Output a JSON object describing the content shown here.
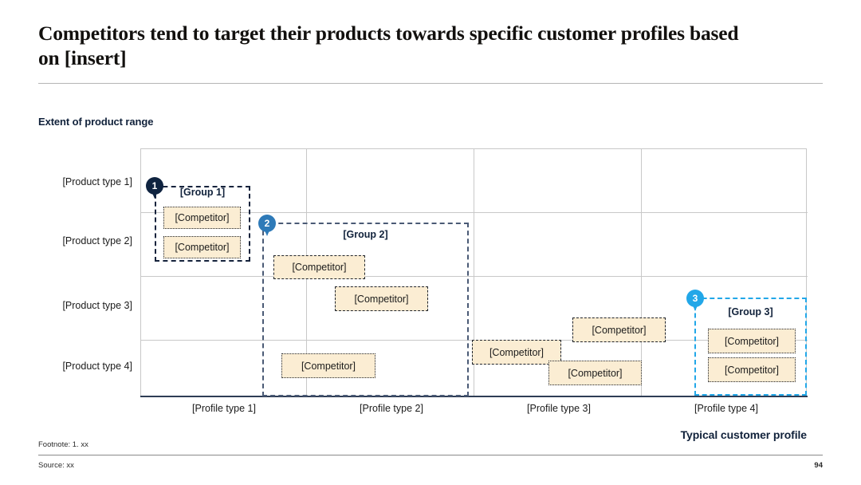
{
  "header": {
    "title": "Competitors tend to target their products towards specific customer profiles based on [insert]"
  },
  "axes": {
    "y_title": "Extent of product range",
    "x_title": "Typical customer profile",
    "y_ticks": [
      "[Product type 1]",
      "[Product type 2]",
      "[Product type 3]",
      "[Product type 4]"
    ],
    "x_ticks": [
      "[Profile type 1]",
      "[Profile type 2]",
      "[Profile type 3]",
      "[Profile type 4]"
    ]
  },
  "markers": [
    {
      "label": "1",
      "color": "#0f2340"
    },
    {
      "label": "2",
      "color": "#2e7ab8"
    },
    {
      "label": "3",
      "color": "#22a7e8"
    }
  ],
  "groups": [
    {
      "label": "[Group 1]",
      "color": "#16233c"
    },
    {
      "label": "[Group 2]",
      "color": "#4a5a75"
    },
    {
      "label": "[Group 3]",
      "color": "#22a7e8"
    }
  ],
  "competitors": [
    {
      "label": "[Competitor]"
    },
    {
      "label": "[Competitor]"
    },
    {
      "label": "[Competitor]"
    },
    {
      "label": "[Competitor]"
    },
    {
      "label": "[Competitor]"
    },
    {
      "label": "[Competitor]"
    },
    {
      "label": "[Competitor]"
    },
    {
      "label": "[Competitor]"
    },
    {
      "label": "[Competitor]"
    }
  ],
  "footer": {
    "footnote": "Footnote: 1. xx",
    "source": "Source: xx",
    "page_number": "94"
  },
  "chart_data": {
    "type": "scatter",
    "title": "Competitors tend to target their products towards specific customer profiles based on [insert]",
    "xlabel": "Typical customer profile",
    "ylabel": "Extent of product range",
    "x_categories": [
      "[Profile type 1]",
      "[Profile type 2]",
      "[Profile type 3]",
      "[Profile type 4]"
    ],
    "y_categories": [
      "[Product type 1]",
      "[Product type 2]",
      "[Product type 3]",
      "[Product type 4]"
    ],
    "grid": true,
    "legend": "none",
    "groups": [
      {
        "name": "[Group 1]",
        "marker": "1",
        "color": "#16233c",
        "x_range": [
          "[Profile type 1]",
          "[Profile type 1]"
        ],
        "y_range": [
          "[Product type 1]",
          "[Product type 2]"
        ],
        "members": [
          {
            "label": "[Competitor]",
            "x": "[Profile type 1]",
            "y": "[Product type 1]"
          },
          {
            "label": "[Competitor]",
            "x": "[Profile type 1]",
            "y": "[Product type 2]"
          }
        ]
      },
      {
        "name": "[Group 2]",
        "marker": "2",
        "color": "#4a5a75",
        "x_range": [
          "[Profile type 1]",
          "[Profile type 3]"
        ],
        "y_range": [
          "[Product type 2]",
          "[Product type 4]"
        ],
        "members": [
          {
            "label": "[Competitor]",
            "x": "[Profile type 1]",
            "y": "[Product type 2]"
          },
          {
            "label": "[Competitor]",
            "x": "[Profile type 2]",
            "y": "[Product type 3]"
          },
          {
            "label": "[Competitor]",
            "x": "[Profile type 2]",
            "y": "[Product type 4]"
          },
          {
            "label": "[Competitor]",
            "x": "[Profile type 3]",
            "y": "[Product type 3]"
          },
          {
            "label": "[Competitor]",
            "x": "[Profile type 3]",
            "y": "[Product type 4]"
          },
          {
            "label": "[Competitor]",
            "x": "[Profile type 3]",
            "y": "[Product type 4]"
          }
        ]
      },
      {
        "name": "[Group 3]",
        "marker": "3",
        "color": "#22a7e8",
        "x_range": [
          "[Profile type 4]",
          "[Profile type 4]"
        ],
        "y_range": [
          "[Product type 3]",
          "[Product type 4]"
        ],
        "members": [
          {
            "label": "[Competitor]",
            "x": "[Profile type 4]",
            "y": "[Product type 3]"
          },
          {
            "label": "[Competitor]",
            "x": "[Profile type 4]",
            "y": "[Product type 4]"
          }
        ]
      }
    ]
  }
}
